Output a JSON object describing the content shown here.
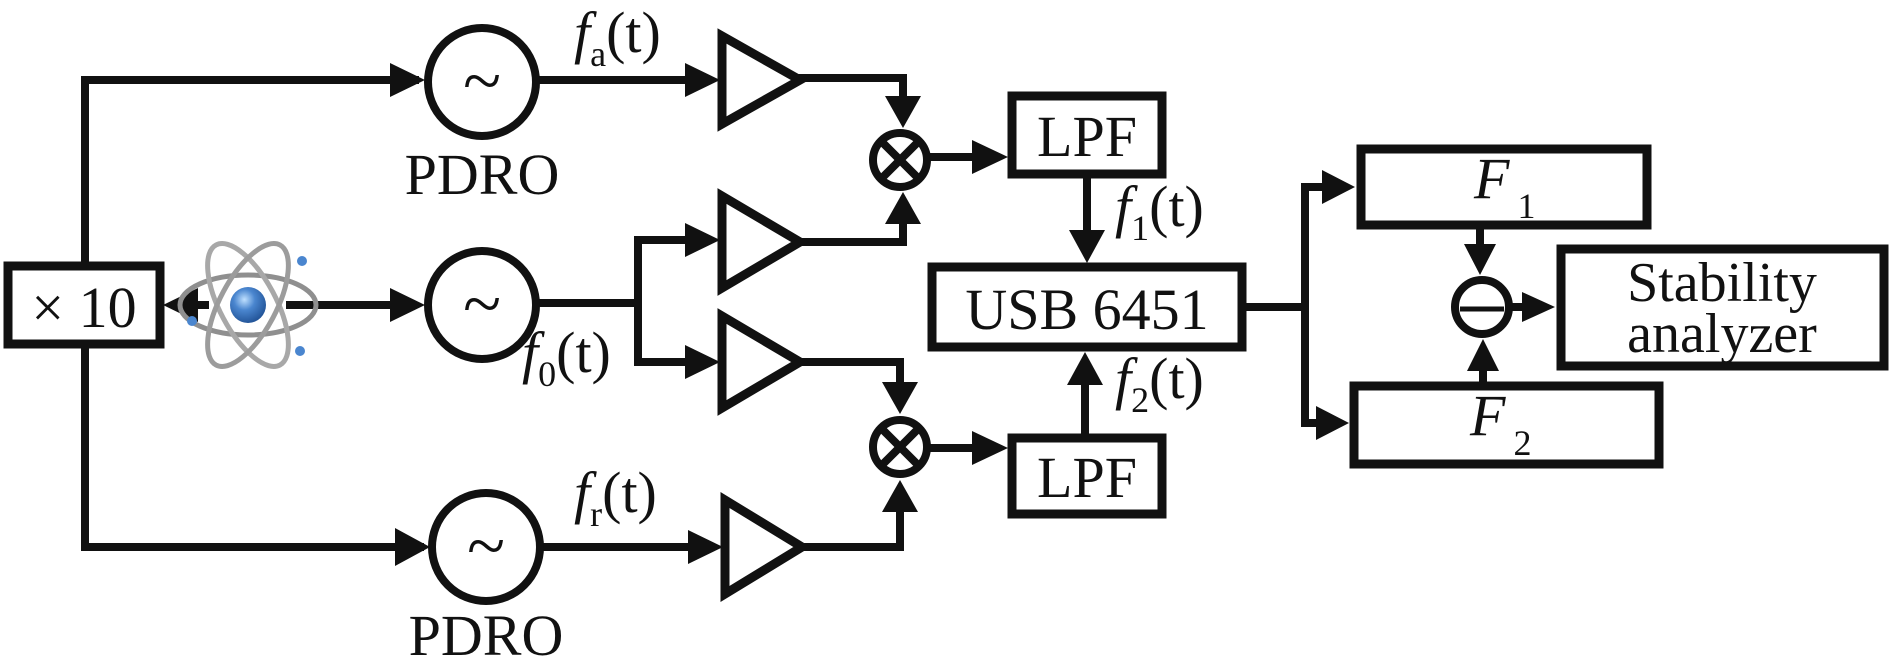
{
  "diagram": {
    "title": "",
    "multiplier": {
      "label": "× 10"
    },
    "atomic_reference": {
      "icon": "atom-icon",
      "colors": {
        "nucleus": "#4a86cf",
        "orbit": "#9a9a9a",
        "electron": "#4a86cf"
      }
    },
    "oscillators": [
      {
        "id": "pdro-top",
        "symbol": "~",
        "label": "PDRO"
      },
      {
        "id": "osc-mid",
        "symbol": "~",
        "label": ""
      },
      {
        "id": "pdro-bottom",
        "symbol": "~",
        "label": "PDRO"
      }
    ],
    "signals": {
      "fa": {
        "main": "f",
        "sub": "a",
        "arg": "(t)"
      },
      "f0": {
        "main": "f",
        "sub": "0",
        "arg": "(t)"
      },
      "fr": {
        "main": "f",
        "sub": "r",
        "arg": "(t)"
      },
      "f1": {
        "main": "f",
        "sub": "1",
        "arg": "(t)"
      },
      "f2": {
        "main": "f",
        "sub": "2",
        "arg": "(t)"
      }
    },
    "amplifiers": 4,
    "mixers": [
      {
        "symbol": "⊗"
      },
      {
        "symbol": "⊗"
      }
    ],
    "filters": [
      {
        "label": "LPF"
      },
      {
        "label": "LPF"
      }
    ],
    "daq": {
      "label": "USB 6451"
    },
    "counters": [
      {
        "main": "F",
        "sub": "1"
      },
      {
        "main": "F",
        "sub": "2"
      }
    ],
    "subtractor": {
      "symbol": "−"
    },
    "analyzer": {
      "line1": "Stability",
      "line2": "analyzer"
    }
  }
}
